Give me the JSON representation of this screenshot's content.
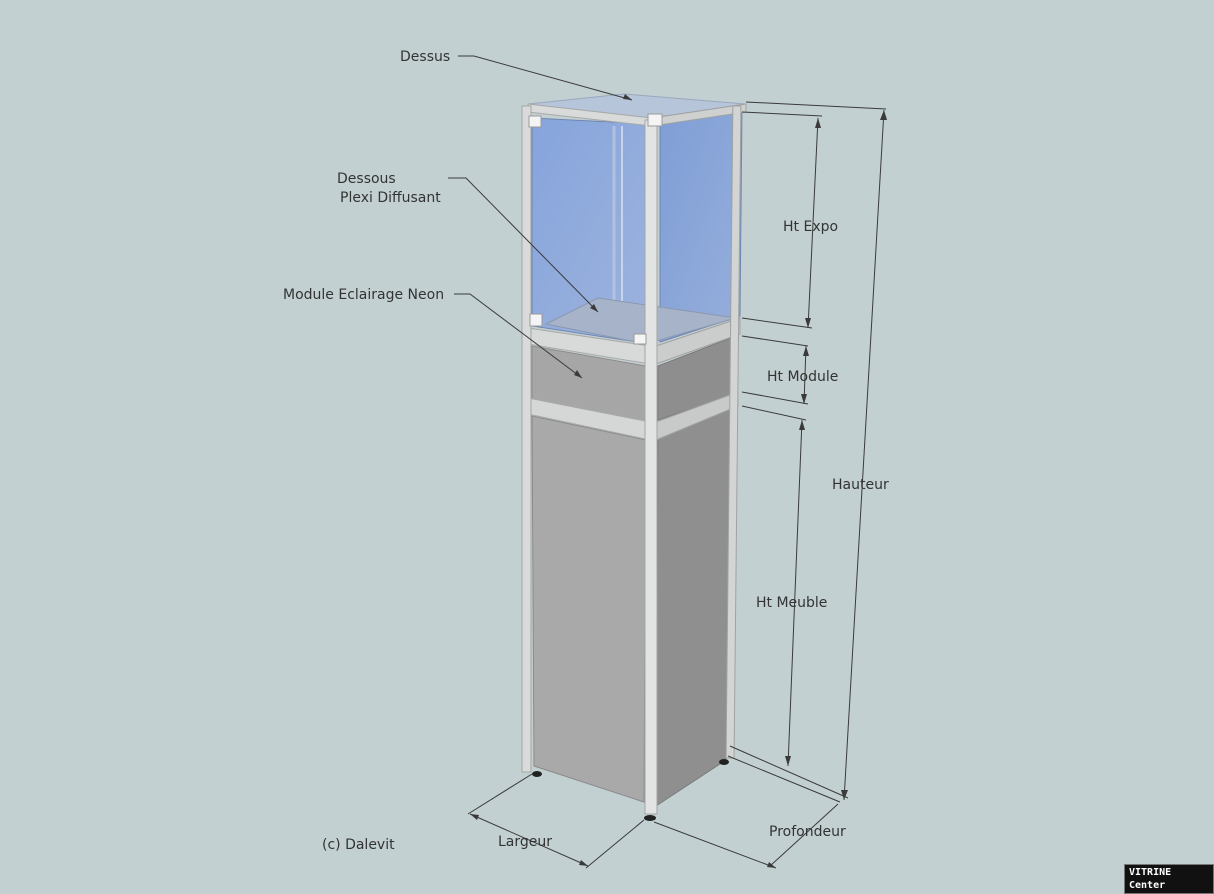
{
  "labels": {
    "dessus": "Dessus",
    "dessous_line1": "Dessous",
    "dessous_line2": "Plexi Diffusant",
    "module_eclairage": "Module Eclairage Neon",
    "ht_expo": "Ht Expo",
    "ht_module": "Ht Module",
    "hauteur": "Hauteur",
    "ht_meuble": "Ht Meuble",
    "largeur": "Largeur",
    "profondeur": "Profondeur",
    "copyright": "(c) Dalevit"
  },
  "watermark": "VITRINE Center",
  "colors": {
    "background": "#c3d0d2",
    "glass": "#8aa6d8",
    "frame": "#d9dbdb",
    "panel_front": "#a9a9a9",
    "panel_side": "#8d8d8d",
    "text": "#333333"
  }
}
